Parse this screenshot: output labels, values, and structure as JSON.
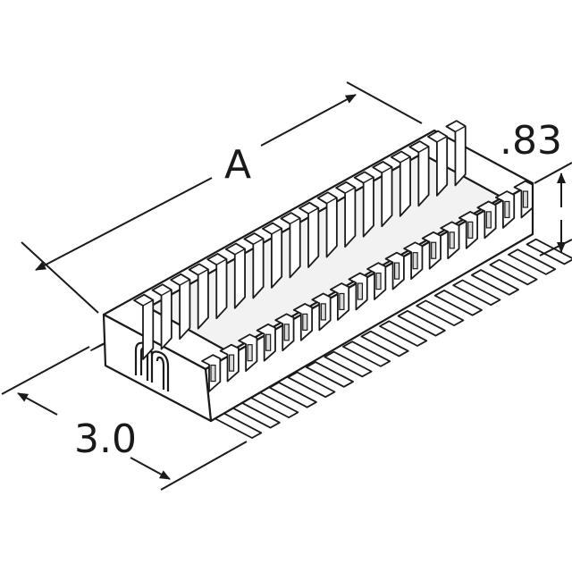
{
  "drawing": {
    "dimension_a_label": "A",
    "dimension_height_label": ".83",
    "dimension_width_label": "3.0"
  },
  "colors": {
    "line": "#1a1a1a",
    "fill": "#ffffff",
    "shade": "#d9d9d9"
  },
  "connector": {
    "row_contact_count": 18,
    "leg_count": 18
  }
}
